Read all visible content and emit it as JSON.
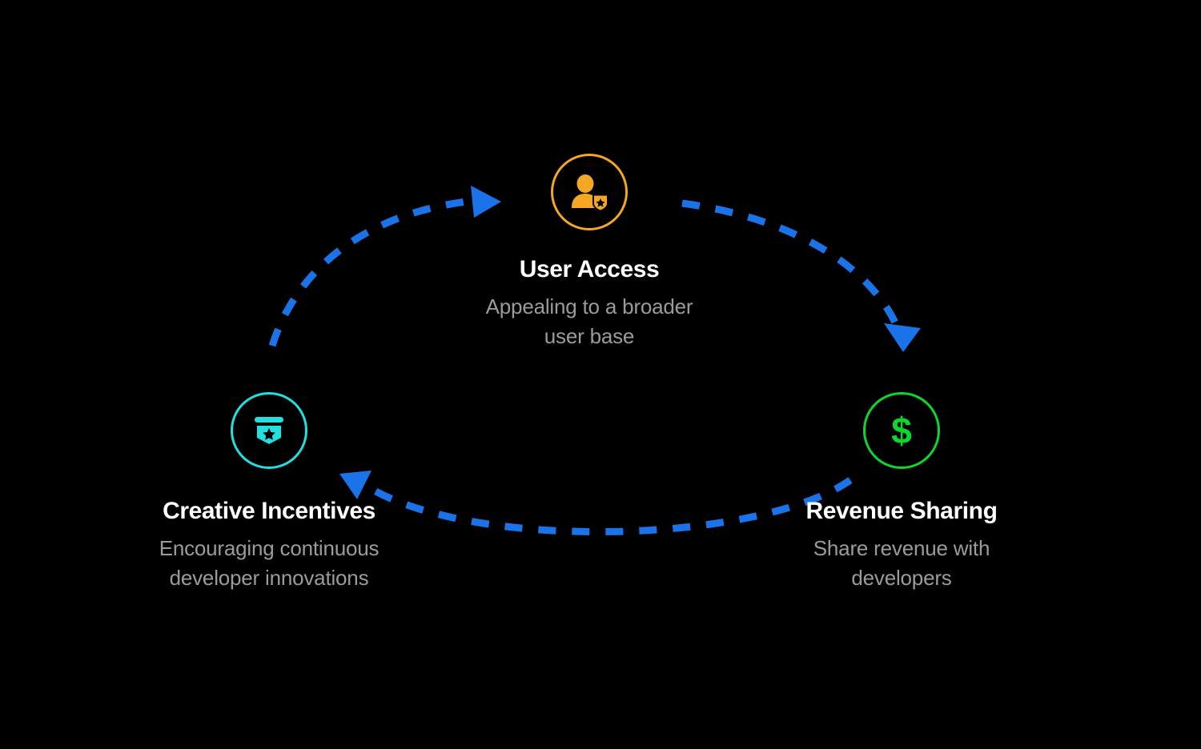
{
  "diagram": {
    "type": "cycle",
    "background_color": "#000000",
    "arrow_color": "#1a73e8",
    "title_color": "#ffffff",
    "desc_color": "#9b9b9b",
    "nodes": [
      {
        "id": "user-access",
        "title": "User Access",
        "desc_line1": "Appealing to a broader",
        "desc_line2": "user base",
        "icon": "user-shield-icon",
        "color": "#f5a623",
        "position": "top"
      },
      {
        "id": "revenue-sharing",
        "title": "Revenue Sharing",
        "desc_line1": "Share revenue with",
        "desc_line2": "developers",
        "icon": "dollar-sign-icon",
        "color": "#0bd82c",
        "position": "bottom-right"
      },
      {
        "id": "creative-incentives",
        "title": "Creative Incentives",
        "desc_line1": "Encouraging continuous",
        "desc_line2": "developer innovations",
        "icon": "award-badge-icon",
        "color": "#22e0e0",
        "position": "bottom-left"
      }
    ],
    "arrows": [
      {
        "id": "creative-to-user",
        "from": "creative-incentives",
        "to": "user-access",
        "style": "dashed-curved"
      },
      {
        "id": "user-to-revenue",
        "from": "user-access",
        "to": "revenue-sharing",
        "style": "dashed-curved"
      },
      {
        "id": "revenue-to-creative",
        "from": "revenue-sharing",
        "to": "creative-incentives",
        "style": "dashed-curved"
      }
    ]
  }
}
